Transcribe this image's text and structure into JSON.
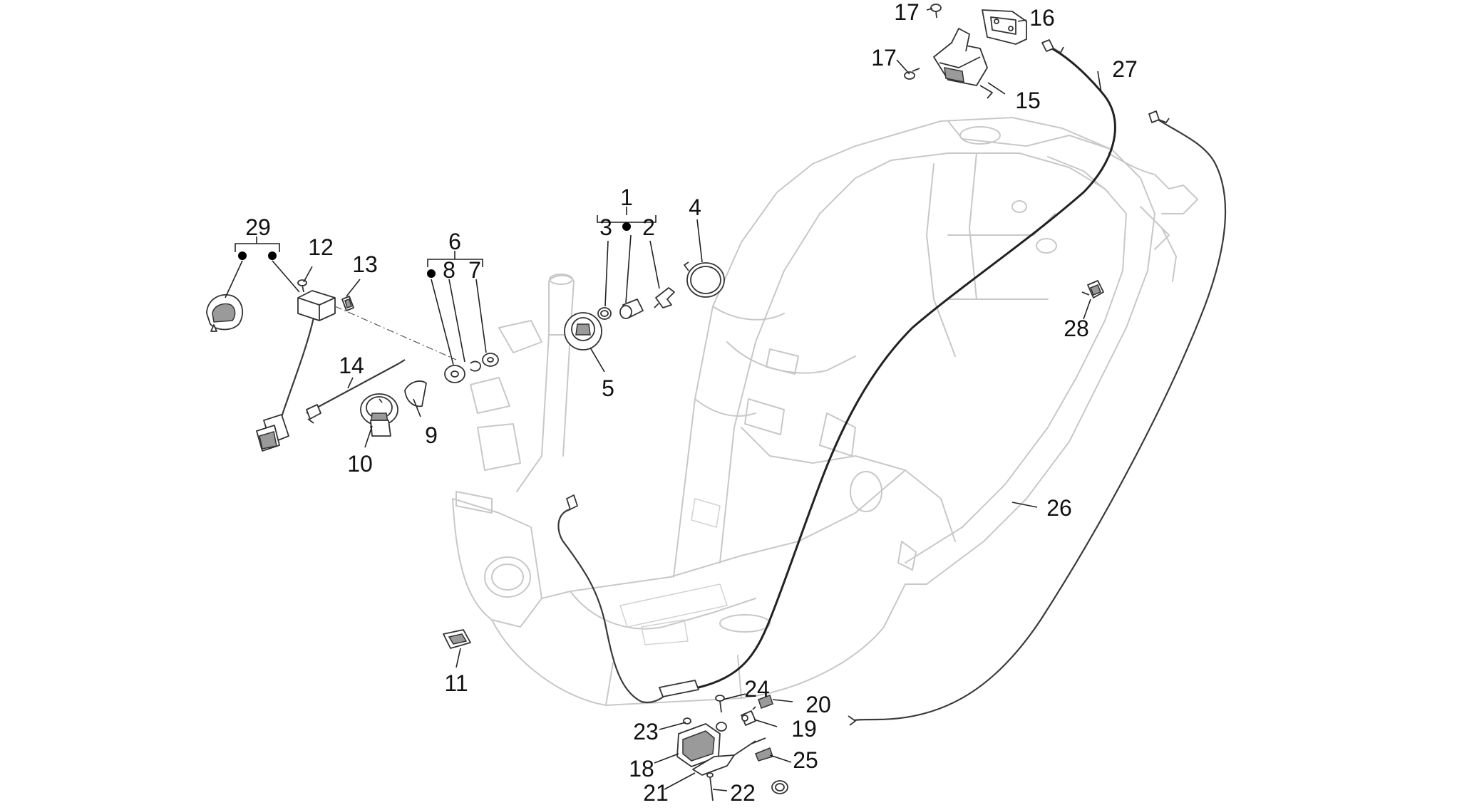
{
  "diagram": {
    "labels": {
      "p1": "1",
      "p2": "2",
      "p3": "3",
      "p4": "4",
      "p5": "5",
      "p6": "6",
      "p7": "7",
      "p8": "8",
      "p9": "9",
      "p10": "10",
      "p11": "11",
      "p12": "12",
      "p13": "13",
      "p14": "14",
      "p15": "15",
      "p16": "16",
      "p17a": "17",
      "p17b": "17",
      "p18": "18",
      "p19": "19",
      "p20": "20",
      "p21": "21",
      "p22": "22",
      "p23": "23",
      "p24": "24",
      "p25": "25",
      "p26": "26",
      "p27": "27",
      "p28": "28",
      "p29": "29"
    },
    "colors": {
      "frame": "#c8c8c8",
      "parts": "#333333",
      "labels": "#111111"
    }
  }
}
